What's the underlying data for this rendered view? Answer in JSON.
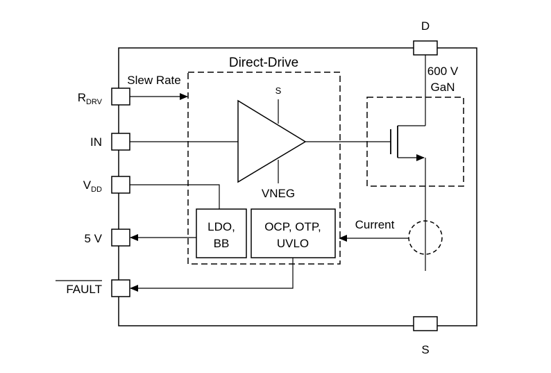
{
  "pins": {
    "d": "D",
    "s": "S",
    "rdrv_main": "R",
    "rdrv_sub": "DRV",
    "in": "IN",
    "vdd_main": "V",
    "vdd_sub": "DD",
    "five_v": "5 V",
    "fault": "FAULT"
  },
  "labels": {
    "slew_rate": "Slew Rate",
    "direct_drive": "Direct-Drive",
    "amp_s": "S",
    "vneg": "VNEG",
    "gan_voltage": "600 V",
    "gan": "GaN",
    "current": "Current"
  },
  "blocks": {
    "ldo_line1": "LDO,",
    "ldo_line2": "BB",
    "prot_line1": "OCP, OTP,",
    "prot_line2": "UVLO"
  }
}
